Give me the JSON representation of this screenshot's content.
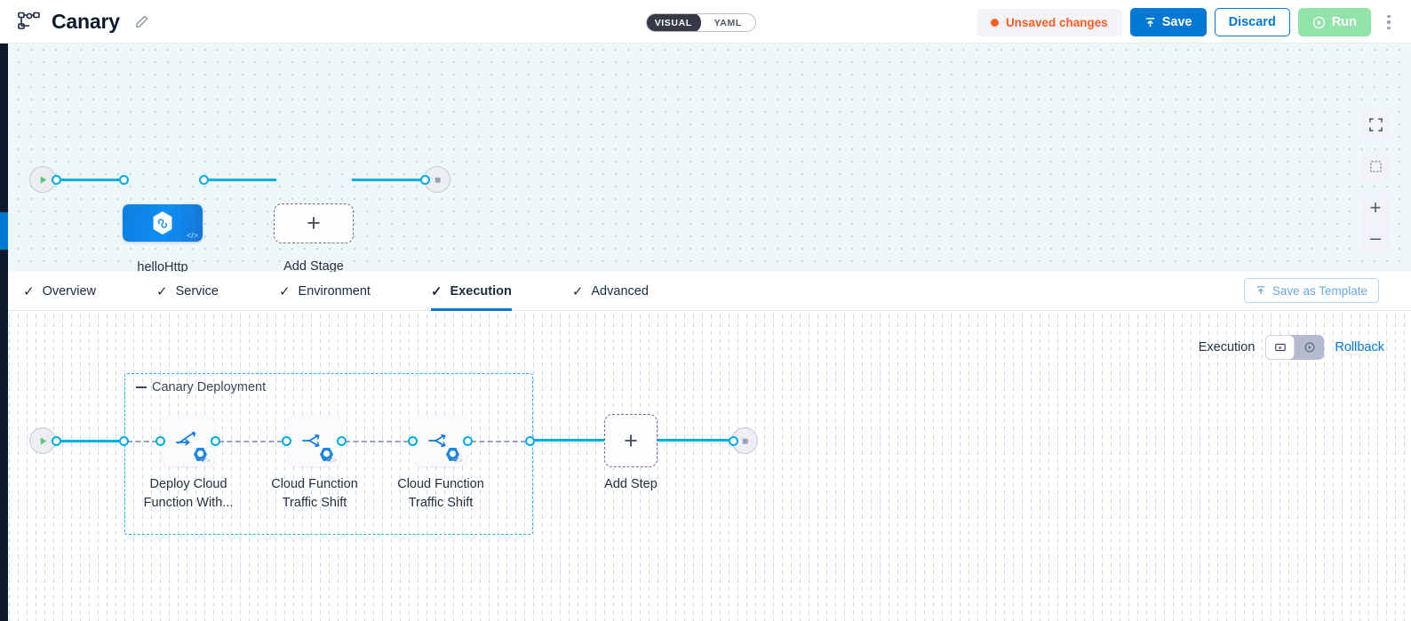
{
  "header": {
    "pipeline_icon": "pipeline-icon",
    "title": "Canary",
    "edit_icon": "pencil-edit-icon",
    "view_toggle": {
      "options": [
        "VISUAL",
        "YAML"
      ],
      "selected": "VISUAL"
    },
    "unsaved_label": "Unsaved changes",
    "unsaved_color": "#ff5b22",
    "save_label": "Save",
    "discard_label": "Discard",
    "run_label": "Run",
    "more_icon": "kebab-menu-icon"
  },
  "top_canvas": {
    "start_icon": "play-start-icon",
    "end_icon": "stop-end-icon",
    "stage": {
      "label": "helloHttp",
      "icon": "harness-hex-icon",
      "code_badge": "</>"
    },
    "add_stage_label": "Add Stage",
    "zoom_controls": [
      {
        "name": "fit-screen-icon"
      },
      {
        "name": "zoom-to-selection-icon"
      },
      {
        "name": "zoom-in-icon",
        "glyph": "+"
      },
      {
        "name": "zoom-out-icon",
        "glyph": "–"
      }
    ]
  },
  "tabs": {
    "items": [
      {
        "label": "Overview",
        "checked": true,
        "active": false
      },
      {
        "label": "Service",
        "checked": true,
        "active": false
      },
      {
        "label": "Environment",
        "checked": true,
        "active": false
      },
      {
        "label": "Execution",
        "checked": true,
        "active": true
      },
      {
        "label": "Advanced",
        "checked": true,
        "active": false
      }
    ],
    "save_as_template_label": "Save as Template",
    "active_underline_color": "#0278d5"
  },
  "execution_panel": {
    "execution_label": "Execution",
    "mode_toggle": {
      "options": [
        "execution-mode-icon",
        "rollback-mode-icon"
      ],
      "selected": 0
    },
    "rollback_label": "Rollback",
    "rollback_color": "#0278d5",
    "group": {
      "title": "Canary Deployment",
      "border_color": "#22b8e8"
    },
    "steps": [
      {
        "label_line1": "Deploy Cloud",
        "label_line2": "Function With...",
        "icon": "deploy-cloud-function-icon",
        "code_badge": "</>",
        "badge": "harness-badge"
      },
      {
        "label_line1": "Cloud Function",
        "label_line2": "Traffic Shift",
        "icon": "traffic-shift-icon",
        "code_badge": "</>",
        "badge": "harness-badge"
      },
      {
        "label_line1": "Cloud Function",
        "label_line2": "Traffic Shift",
        "icon": "traffic-shift-icon",
        "code_badge": "</>",
        "badge": "harness-badge"
      }
    ],
    "add_step_label": "Add Step",
    "start_icon": "play-start-icon",
    "end_icon": "stop-end-icon"
  }
}
